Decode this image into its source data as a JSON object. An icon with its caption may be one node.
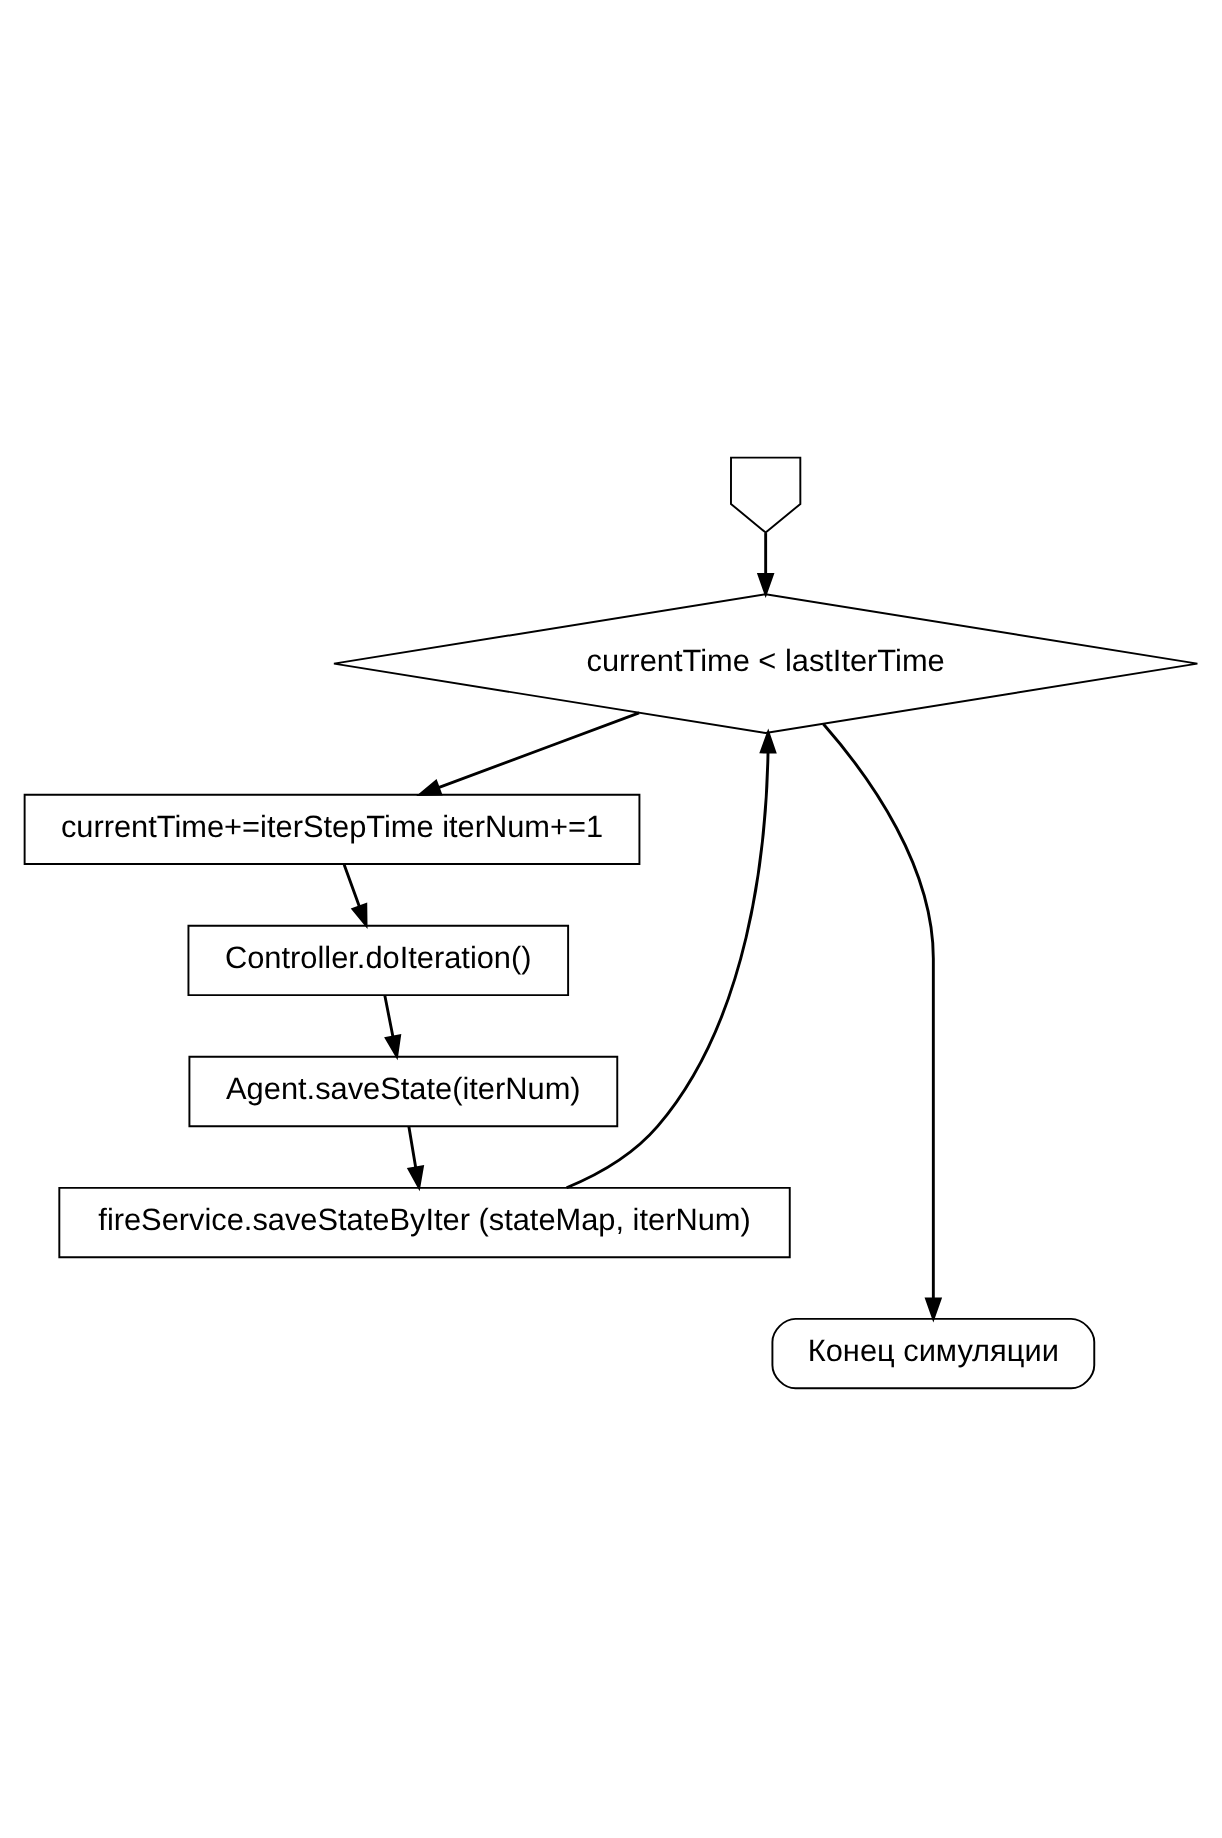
{
  "diagram": {
    "nodes": [
      {
        "text": [],
        "shape": "pentagon"
      },
      {
        "text": [
          "currentTime < lastIterTime"
        ]
      },
      {
        "text": [
          "currentTime+=iterStepTime iterNum+=1"
        ]
      },
      {
        "text": [
          "Controller.doIteration()"
        ]
      },
      {
        "text": [
          "Agent.saveState(iterNum)"
        ]
      },
      {
        "text": [
          "fireService.saveStateByIter (stateMap, iterNum)"
        ]
      },
      {
        "text": [
          "Конец симуляции"
        ]
      }
    ],
    "edges": [
      {
        "from": 0,
        "to": 1,
        "arrow": "to"
      },
      {
        "from": 1,
        "to": 2,
        "arrow": "to"
      },
      {
        "from": 2,
        "to": 3,
        "arrow": "to"
      },
      {
        "from": 3,
        "to": 4,
        "arrow": "to"
      },
      {
        "from": 4,
        "to": 5,
        "arrow": "to"
      },
      {
        "from": 5,
        "to": 1,
        "arrow": "to"
      },
      {
        "from": 1,
        "to": 6,
        "arrow": "to"
      }
    ]
  }
}
